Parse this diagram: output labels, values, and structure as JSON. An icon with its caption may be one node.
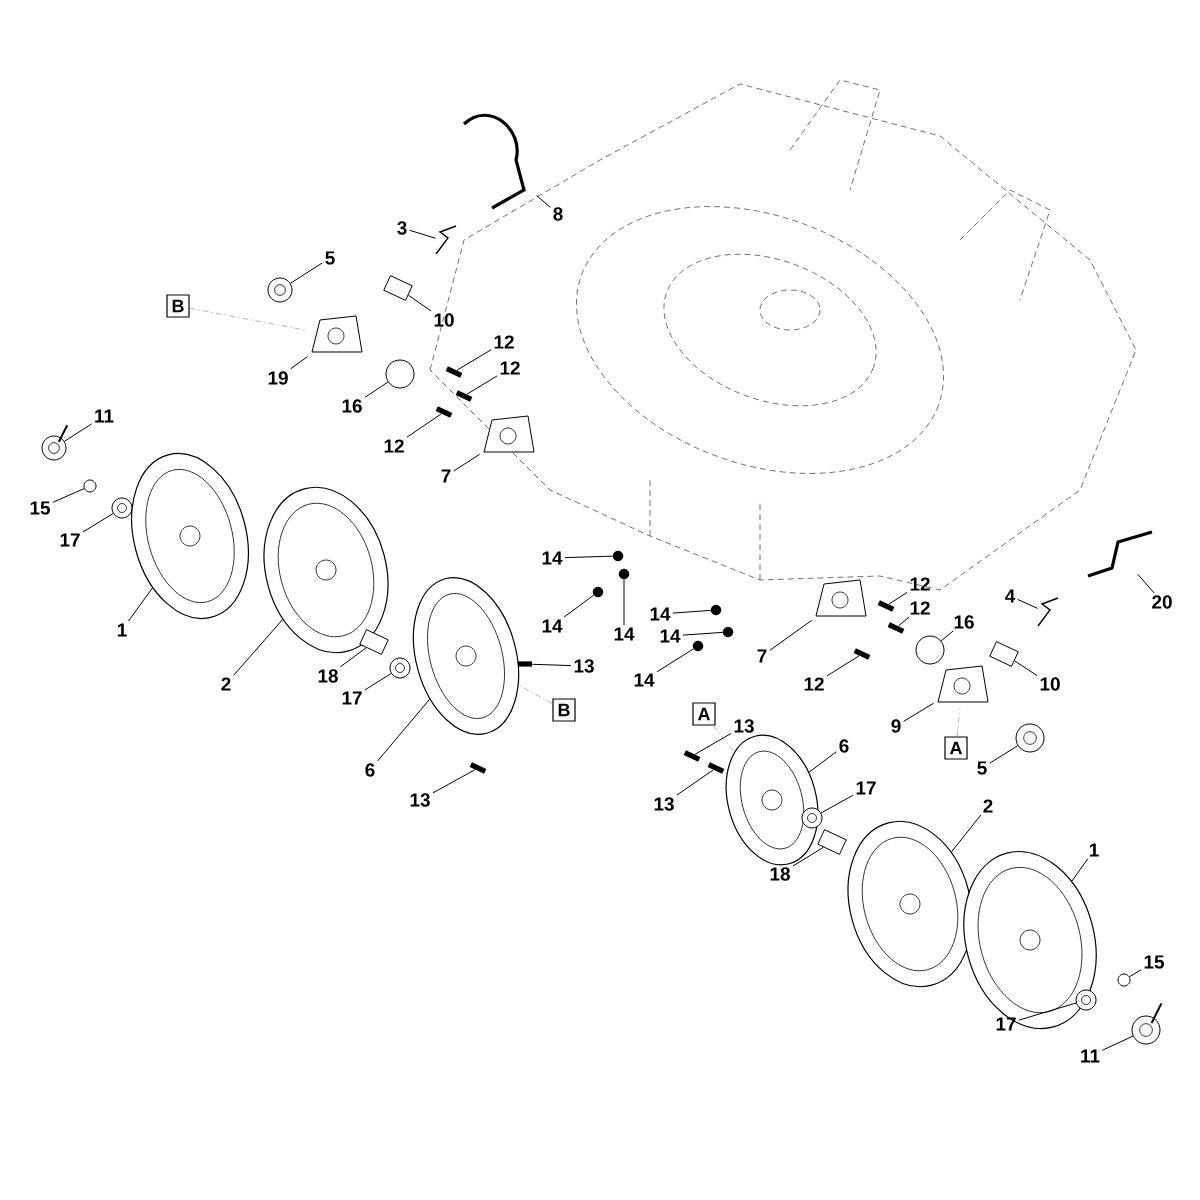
{
  "diagram": {
    "nodes": [
      {
        "text": [
          "8"
        ]
      },
      {
        "text": [
          "3"
        ]
      },
      {
        "text": [
          "5"
        ]
      },
      {
        "text": [
          "B"
        ]
      },
      {
        "text": [
          "10"
        ]
      },
      {
        "text": [
          "12"
        ]
      },
      {
        "text": [
          "12"
        ]
      },
      {
        "text": [
          "19"
        ]
      },
      {
        "text": [
          "16"
        ]
      },
      {
        "text": [
          "11"
        ]
      },
      {
        "text": [
          "12"
        ]
      },
      {
        "text": [
          "7"
        ]
      },
      {
        "text": [
          "15"
        ]
      },
      {
        "text": [
          "17"
        ]
      },
      {
        "text": [
          "14"
        ]
      },
      {
        "text": [
          "20"
        ]
      },
      {
        "text": [
          "4"
        ]
      },
      {
        "text": [
          "12"
        ]
      },
      {
        "text": [
          "12"
        ]
      },
      {
        "text": [
          "16"
        ]
      },
      {
        "text": [
          "14"
        ]
      },
      {
        "text": [
          "14"
        ]
      },
      {
        "text": [
          "14"
        ]
      },
      {
        "text": [
          "14"
        ]
      },
      {
        "text": [
          "1"
        ]
      },
      {
        "text": [
          "7"
        ]
      },
      {
        "text": [
          "13"
        ]
      },
      {
        "text": [
          "14"
        ]
      },
      {
        "text": [
          "2"
        ]
      },
      {
        "text": [
          "18"
        ]
      },
      {
        "text": [
          "12"
        ]
      },
      {
        "text": [
          "10"
        ]
      },
      {
        "text": [
          "17"
        ]
      },
      {
        "text": [
          "B"
        ]
      },
      {
        "text": [
          "A"
        ]
      },
      {
        "text": [
          "9"
        ]
      },
      {
        "text": [
          "13"
        ]
      },
      {
        "text": [
          "A"
        ]
      },
      {
        "text": [
          "6"
        ]
      },
      {
        "text": [
          "5"
        ]
      },
      {
        "text": [
          "6"
        ]
      },
      {
        "text": [
          "17"
        ]
      },
      {
        "text": [
          "13"
        ]
      },
      {
        "text": [
          "13"
        ]
      },
      {
        "text": [
          "2"
        ]
      },
      {
        "text": [
          "1"
        ]
      },
      {
        "text": [
          "18"
        ]
      },
      {
        "text": [
          "15"
        ]
      },
      {
        "text": [
          "17"
        ]
      },
      {
        "text": [
          "11"
        ]
      },
      {
        "text": [],
        "shape": "picture"
      },
      {
        "text": [],
        "shape": "picture"
      },
      {
        "text": [],
        "shape": "circle"
      },
      {
        "text": [],
        "shape": "box"
      },
      {
        "text": [],
        "shape": "bar"
      },
      {
        "text": [],
        "shape": "bar"
      },
      {
        "text": [],
        "shape": "picture"
      },
      {
        "text": [],
        "shape": "circle"
      },
      {
        "text": [],
        "shape": "circle"
      },
      {
        "text": [],
        "shape": "bar"
      },
      {
        "text": [],
        "shape": "picture"
      },
      {
        "text": [],
        "shape": "circle"
      },
      {
        "text": [],
        "shape": "circle"
      },
      {
        "text": [],
        "shape": "circle"
      },
      {
        "text": [],
        "shape": "picture"
      },
      {
        "text": [],
        "shape": "picture"
      },
      {
        "text": [],
        "shape": "bar"
      },
      {
        "text": [],
        "shape": "bar"
      },
      {
        "text": [],
        "shape": "circle"
      },
      {
        "text": [],
        "shape": "circle"
      },
      {
        "text": [],
        "shape": "circle"
      },
      {
        "text": [],
        "shape": "circle"
      },
      {
        "text": [],
        "shape": "circle"
      },
      {
        "text": [],
        "shape": "ellipse"
      },
      {
        "text": [],
        "shape": "picture"
      },
      {
        "text": [],
        "shape": "bar"
      },
      {
        "text": [],
        "shape": "circle"
      },
      {
        "text": [],
        "shape": "ellipse"
      },
      {
        "text": [],
        "shape": "box"
      },
      {
        "text": [],
        "shape": "bar"
      },
      {
        "text": [],
        "shape": "box"
      },
      {
        "text": [],
        "shape": "circle"
      },
      {
        "text": [],
        "shape": "picture"
      },
      {
        "text": [],
        "shape": "bar"
      },
      {
        "text": [],
        "shape": "ellipse"
      },
      {
        "text": [],
        "shape": "circle"
      },
      {
        "text": [],
        "shape": "ellipse"
      },
      {
        "text": [],
        "shape": "circle"
      },
      {
        "text": [],
        "shape": "bar"
      },
      {
        "text": [],
        "shape": "bar"
      },
      {
        "text": [],
        "shape": "ellipse"
      },
      {
        "text": [],
        "shape": "ellipse"
      },
      {
        "text": [],
        "shape": "box"
      },
      {
        "text": [],
        "shape": "circle"
      },
      {
        "text": [],
        "shape": "circle"
      },
      {
        "text": [],
        "shape": "circle"
      }
    ],
    "edges": [
      {
        "from": 0,
        "to": 50,
        "arrow": "none"
      },
      {
        "from": 1,
        "to": 51,
        "arrow": "none"
      },
      {
        "from": 2,
        "to": 52,
        "arrow": "none"
      },
      {
        "from": 4,
        "to": 53,
        "arrow": "none"
      },
      {
        "from": 5,
        "to": 54,
        "arrow": "none"
      },
      {
        "from": 6,
        "to": 55,
        "arrow": "none"
      },
      {
        "from": 7,
        "to": 56,
        "arrow": "none"
      },
      {
        "from": 8,
        "to": 57,
        "arrow": "none"
      },
      {
        "from": 9,
        "to": 58,
        "arrow": "none"
      },
      {
        "from": 10,
        "to": 59,
        "arrow": "none"
      },
      {
        "from": 11,
        "to": 60,
        "arrow": "none"
      },
      {
        "from": 12,
        "to": 61,
        "arrow": "none"
      },
      {
        "from": 13,
        "to": 62,
        "arrow": "none"
      },
      {
        "from": 14,
        "to": 63,
        "arrow": "none"
      },
      {
        "from": 15,
        "to": 64,
        "arrow": "none"
      },
      {
        "from": 16,
        "to": 65,
        "arrow": "none"
      },
      {
        "from": 17,
        "to": 66,
        "arrow": "none"
      },
      {
        "from": 18,
        "to": 67,
        "arrow": "none"
      },
      {
        "from": 19,
        "to": 68,
        "arrow": "none"
      },
      {
        "from": 20,
        "to": 69,
        "arrow": "none"
      },
      {
        "from": 21,
        "to": 70,
        "arrow": "none"
      },
      {
        "from": 22,
        "to": 71,
        "arrow": "none"
      },
      {
        "from": 23,
        "to": 72,
        "arrow": "none"
      },
      {
        "from": 24,
        "to": 73,
        "arrow": "none"
      },
      {
        "from": 25,
        "to": 74,
        "arrow": "none"
      },
      {
        "from": 26,
        "to": 75,
        "arrow": "none"
      },
      {
        "from": 27,
        "to": 76,
        "arrow": "none"
      },
      {
        "from": 28,
        "to": 77,
        "arrow": "none"
      },
      {
        "from": 29,
        "to": 78,
        "arrow": "none"
      },
      {
        "from": 30,
        "to": 79,
        "arrow": "none"
      },
      {
        "from": 31,
        "to": 80,
        "arrow": "none"
      },
      {
        "from": 32,
        "to": 81,
        "arrow": "none"
      },
      {
        "from": 35,
        "to": 82,
        "arrow": "none"
      },
      {
        "from": 36,
        "to": 83,
        "arrow": "none"
      },
      {
        "from": 38,
        "to": 84,
        "arrow": "none"
      },
      {
        "from": 39,
        "to": 85,
        "arrow": "none"
      },
      {
        "from": 40,
        "to": 86,
        "arrow": "none"
      },
      {
        "from": 41,
        "to": 87,
        "arrow": "none"
      },
      {
        "from": 42,
        "to": 88,
        "arrow": "none"
      },
      {
        "from": 43,
        "to": 89,
        "arrow": "none"
      },
      {
        "from": 44,
        "to": 90,
        "arrow": "none"
      },
      {
        "from": 45,
        "to": 91,
        "arrow": "none"
      },
      {
        "from": 46,
        "to": 92,
        "arrow": "none"
      },
      {
        "from": 47,
        "to": 93,
        "arrow": "none"
      },
      {
        "from": 48,
        "to": 94,
        "arrow": "none"
      },
      {
        "from": 49,
        "to": 95,
        "arrow": "none"
      },
      {
        "from": 3,
        "to": 56,
        "arrow": "none",
        "style": "dashed",
        "color": "#999999"
      },
      {
        "from": 33,
        "to": 86,
        "arrow": "none",
        "style": "dashed",
        "color": "#999999"
      },
      {
        "from": 34,
        "to": 84,
        "arrow": "none",
        "style": "dashed",
        "color": "#999999"
      },
      {
        "from": 37,
        "to": 82,
        "arrow": "none",
        "style": "dashed",
        "color": "#999999"
      }
    ]
  }
}
